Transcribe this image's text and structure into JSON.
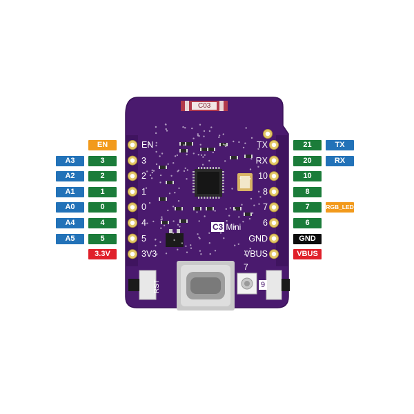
{
  "colors": {
    "blue": "#2272b8",
    "green": "#1b7c3a",
    "orange": "#f29a1c",
    "red": "#e0202a",
    "black": "#0c0c0c",
    "pcb": "#4a1a6e",
    "pcb_edge": "#3a1158"
  },
  "left_pins": [
    {
      "silk": "EN",
      "labels": [
        {
          "text": "EN",
          "color": "orange"
        }
      ]
    },
    {
      "silk": "3",
      "labels": [
        {
          "text": "A3",
          "color": "blue"
        },
        {
          "text": "3",
          "color": "green"
        }
      ]
    },
    {
      "silk": "2",
      "labels": [
        {
          "text": "A2",
          "color": "blue"
        },
        {
          "text": "2",
          "color": "green"
        }
      ]
    },
    {
      "silk": "1",
      "labels": [
        {
          "text": "A1",
          "color": "blue"
        },
        {
          "text": "1",
          "color": "green"
        }
      ]
    },
    {
      "silk": "0",
      "labels": [
        {
          "text": "A0",
          "color": "blue"
        },
        {
          "text": "0",
          "color": "green"
        }
      ]
    },
    {
      "silk": "4",
      "labels": [
        {
          "text": "A4",
          "color": "blue"
        },
        {
          "text": "4",
          "color": "green"
        }
      ]
    },
    {
      "silk": "5",
      "labels": [
        {
          "text": "A5",
          "color": "blue"
        },
        {
          "text": "5",
          "color": "green"
        }
      ]
    },
    {
      "silk": "3V3",
      "labels": [
        {
          "text": "3.3V",
          "color": "red"
        }
      ]
    }
  ],
  "right_pins": [
    {
      "silk": "TX",
      "labels": [
        {
          "text": "21",
          "color": "green"
        },
        {
          "text": "TX",
          "color": "blue"
        }
      ]
    },
    {
      "silk": "RX",
      "labels": [
        {
          "text": "20",
          "color": "green"
        },
        {
          "text": "RX",
          "color": "blue"
        }
      ]
    },
    {
      "silk": "10",
      "labels": [
        {
          "text": "10",
          "color": "green"
        }
      ]
    },
    {
      "silk": "8",
      "labels": [
        {
          "text": "8",
          "color": "green"
        }
      ]
    },
    {
      "silk": "7",
      "labels": [
        {
          "text": "7",
          "color": "green"
        },
        {
          "text": "RGB_LED",
          "color": "orange"
        }
      ]
    },
    {
      "silk": "6",
      "labels": [
        {
          "text": "6",
          "color": "green"
        }
      ]
    },
    {
      "silk": "GND",
      "labels": [
        {
          "text": "GND",
          "color": "black"
        }
      ]
    },
    {
      "silk": "VBUS",
      "labels": [
        {
          "text": "VBUS",
          "color": "red"
        }
      ]
    }
  ],
  "board": {
    "antenna_label": "C03",
    "logo_main": "C3",
    "logo_sub": "Mini",
    "reset_label": "RST",
    "led_pin_label": "7",
    "button_pin_label": "9"
  }
}
